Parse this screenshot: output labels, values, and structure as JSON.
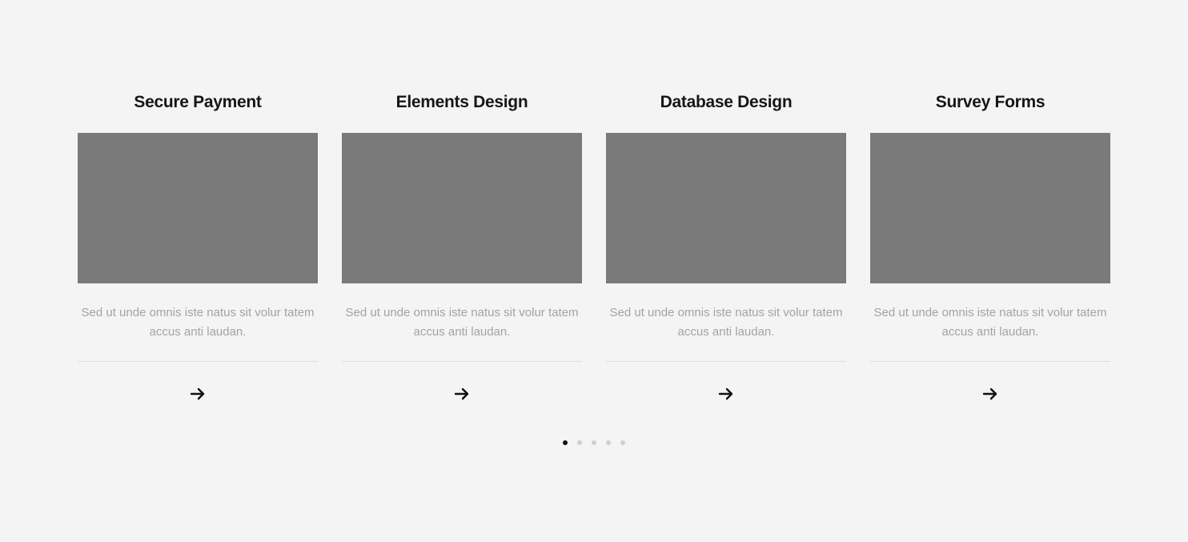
{
  "cards": [
    {
      "title": "Secure Payment",
      "text": "Sed ut unde omnis iste natus sit volur tatem accus anti laudan.",
      "image_color": "#7a7a7b",
      "link_icon": "arrow-right-icon"
    },
    {
      "title": "Elements Design",
      "text": "Sed ut unde omnis iste natus sit volur tatem accus anti laudan.",
      "image_color": "#7a7a7b",
      "link_icon": "arrow-right-icon"
    },
    {
      "title": "Database Design",
      "text": "Sed ut unde omnis iste natus sit volur tatem accus anti laudan.",
      "image_color": "#7a7a7b",
      "link_icon": "arrow-right-icon"
    },
    {
      "title": "Survey Forms",
      "text": "Sed ut unde omnis iste natus sit volur tatem accus anti laudan.",
      "image_color": "#7a7a7b",
      "link_icon": "arrow-right-icon"
    }
  ],
  "pagination": {
    "total": 5,
    "active_index": 0,
    "active_color": "#111111",
    "inactive_color": "#cfcfcf"
  },
  "colors": {
    "background": "#f4f4f4",
    "title": "#161616",
    "body_text": "#a3a3a3",
    "divider": "#dedede"
  }
}
